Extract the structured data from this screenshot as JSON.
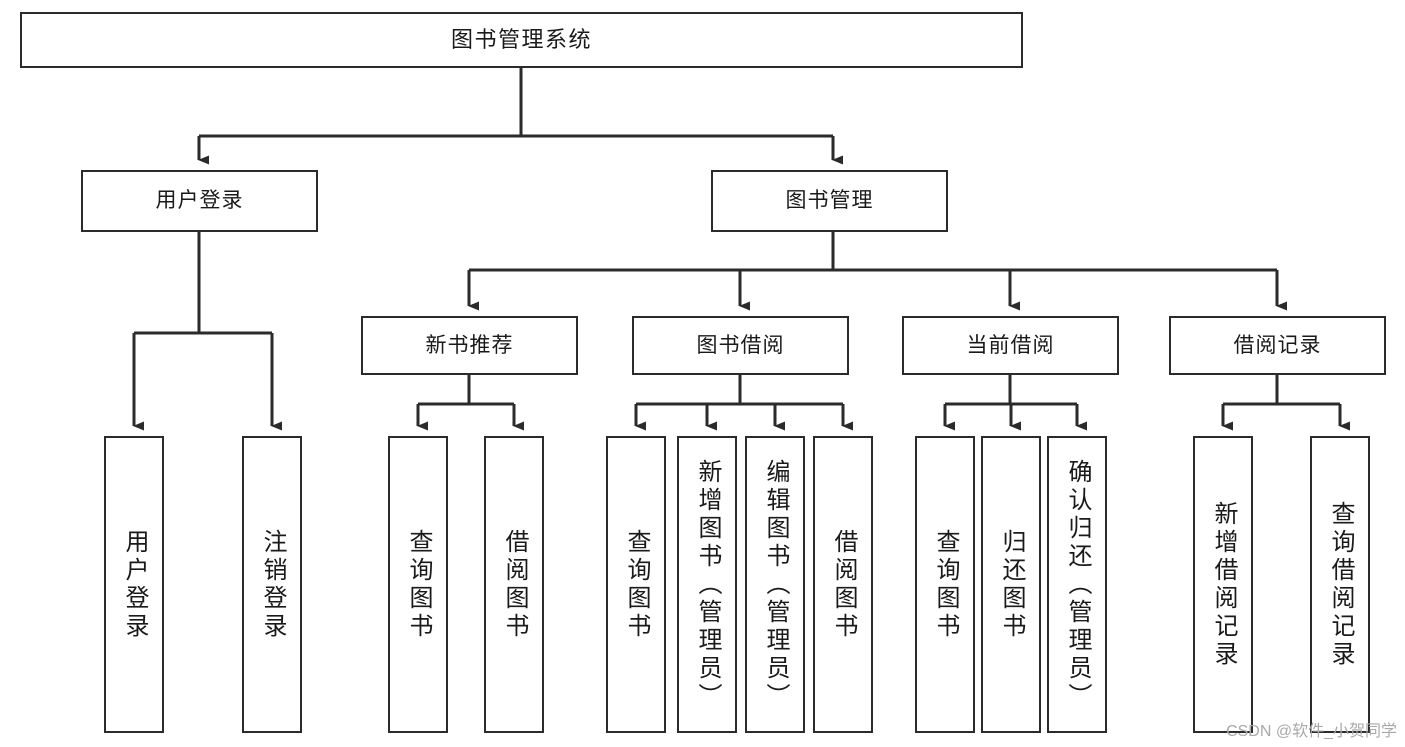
{
  "diagram": {
    "title": "图书管理系统",
    "type": "tree-hierarchy",
    "watermark": "CSDN @软件_小贺同学",
    "colors": {
      "stroke": "#2b2b2b",
      "fill": "#ffffff",
      "text": "#1a1a1a",
      "watermark": "#a9a9a9"
    },
    "nodes": {
      "root": {
        "label": "图书管理系统"
      },
      "level2": [
        {
          "id": "user-login",
          "label": "用户登录"
        },
        {
          "id": "book-manage",
          "label": "图书管理"
        }
      ],
      "level3": [
        {
          "id": "new-book-recommend",
          "label": "新书推荐"
        },
        {
          "id": "book-borrow",
          "label": "图书借阅"
        },
        {
          "id": "current-borrow",
          "label": "当前借阅"
        },
        {
          "id": "borrow-record",
          "label": "借阅记录"
        }
      ],
      "leaves": {
        "user_login": [
          {
            "id": "leaf-user-login",
            "label": "用户登录"
          },
          {
            "id": "leaf-logout-login",
            "label": "注销登录"
          }
        ],
        "new_book_recommend": [
          {
            "id": "leaf-query-book-1",
            "label": "查询图书"
          },
          {
            "id": "leaf-borrow-book-1",
            "label": "借阅图书"
          }
        ],
        "book_borrow": [
          {
            "id": "leaf-query-book-2",
            "label": "查询图书"
          },
          {
            "id": "leaf-add-book",
            "label": "新增图书（管理员）"
          },
          {
            "id": "leaf-edit-book",
            "label": "编辑图书（管理员）"
          },
          {
            "id": "leaf-borrow-book-2",
            "label": "借阅图书"
          }
        ],
        "current_borrow": [
          {
            "id": "leaf-query-book-3",
            "label": "查询图书"
          },
          {
            "id": "leaf-return-book",
            "label": "归还图书"
          },
          {
            "id": "leaf-confirm-return",
            "label": "确认归还（管理员）"
          }
        ],
        "borrow_record": [
          {
            "id": "leaf-add-record",
            "label": "新增借阅记录"
          },
          {
            "id": "leaf-query-record",
            "label": "查询借阅记录"
          }
        ]
      }
    }
  }
}
